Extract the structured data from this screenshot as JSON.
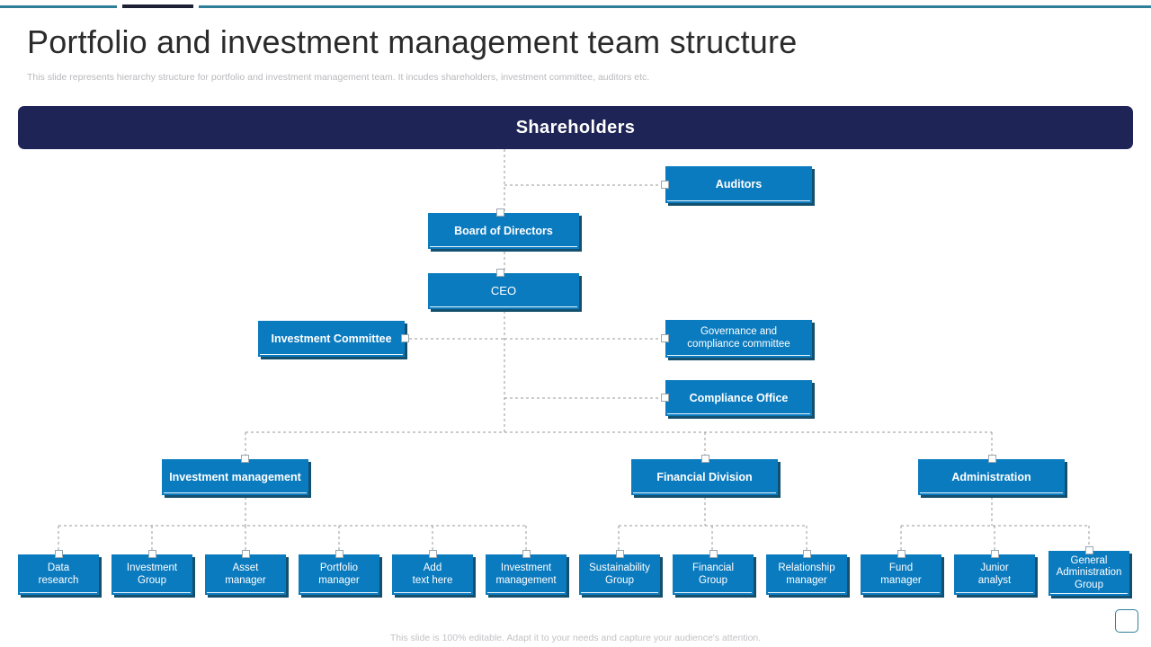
{
  "header": {
    "title": "Portfolio and investment management team structure",
    "subtitle": "This slide represents hierarchy structure for portfolio and investment management  team. It incudes shareholders, investment committee,  auditors etc.",
    "rule_teal_color": "#2f7f99",
    "rule_dark_color": "#1d1f33"
  },
  "banner": {
    "label": "Shareholders",
    "background": "#1e2455",
    "text_color": "#ffffff"
  },
  "colors": {
    "node_fill": "#0b7bbf",
    "node_shadow": "#14506e",
    "node_text": "#ffffff",
    "connector": "#9a9a9a",
    "accent_teal": "#2f7f99",
    "title_text": "#2b2b2b",
    "muted_text": "#b9b9bd"
  },
  "chart_data": {
    "type": "diagram",
    "title": "Portfolio and investment management team structure",
    "root": "Shareholders",
    "levels": [
      {
        "level": 0,
        "nodes": [
          "Shareholders"
        ]
      },
      {
        "level": 1,
        "nodes": [
          "Auditors",
          "Board of Directors"
        ]
      },
      {
        "level": 2,
        "nodes": [
          "CEO"
        ]
      },
      {
        "level": 3,
        "nodes": [
          "Investment Committee",
          "Governance  and compliance committee"
        ]
      },
      {
        "level": 4,
        "nodes": [
          "Compliance Office"
        ]
      },
      {
        "level": 5,
        "nodes": [
          "Investment management",
          "Financial Division",
          "Administration"
        ]
      },
      {
        "level": 6,
        "nodes": [
          "Data research",
          "Investment Group",
          "Asset manager",
          "Portfolio manager",
          "Add text here",
          "Investment management",
          "Sustainability Group",
          "Financial Group",
          "Relationship manager",
          "Fund manager",
          "Junior analyst",
          "General Administration Group"
        ]
      }
    ],
    "edges": [
      {
        "from": "Shareholders",
        "to": "Auditors"
      },
      {
        "from": "Shareholders",
        "to": "Board of Directors"
      },
      {
        "from": "Board of Directors",
        "to": "CEO"
      },
      {
        "from": "CEO",
        "to": "Investment Committee"
      },
      {
        "from": "CEO",
        "to": "Governance  and compliance committee"
      },
      {
        "from": "CEO",
        "to": "Compliance Office"
      },
      {
        "from": "CEO",
        "to": "Investment management"
      },
      {
        "from": "CEO",
        "to": "Financial Division"
      },
      {
        "from": "CEO",
        "to": "Administration"
      },
      {
        "from": "Investment management",
        "to": "Data research"
      },
      {
        "from": "Investment management",
        "to": "Investment Group"
      },
      {
        "from": "Investment management",
        "to": "Asset manager"
      },
      {
        "from": "Investment management",
        "to": "Portfolio manager"
      },
      {
        "from": "Investment management",
        "to": "Add text here"
      },
      {
        "from": "Investment management",
        "to": "Investment management"
      },
      {
        "from": "Financial Division",
        "to": "Sustainability Group"
      },
      {
        "from": "Financial Division",
        "to": "Financial Group"
      },
      {
        "from": "Financial Division",
        "to": "Relationship manager"
      },
      {
        "from": "Administration",
        "to": "Fund manager"
      },
      {
        "from": "Administration",
        "to": "Junior analyst"
      },
      {
        "from": "Administration",
        "to": "General Administration Group"
      }
    ]
  },
  "nodes": {
    "auditors": {
      "label": "Auditors"
    },
    "board_of_directors": {
      "label": "Board of Directors"
    },
    "ceo": {
      "label": "CEO"
    },
    "investment_committee": {
      "label": "Investment Committee"
    },
    "governance": {
      "line1": "Governance  and",
      "line2": "compliance committee"
    },
    "compliance_office": {
      "label": "Compliance Office"
    },
    "investment_management": {
      "label": "Investment management"
    },
    "financial_division": {
      "label": "Financial Division"
    },
    "administration": {
      "label": "Administration"
    }
  },
  "leaves": [
    {
      "id": "data-research",
      "line1": "Data",
      "line2": "research",
      "line3": ""
    },
    {
      "id": "investment-group",
      "line1": "Investment",
      "line2": "Group",
      "line3": ""
    },
    {
      "id": "asset-manager",
      "line1": "Asset",
      "line2": "manager",
      "line3": ""
    },
    {
      "id": "portfolio-manager",
      "line1": "Portfolio",
      "line2": "manager",
      "line3": ""
    },
    {
      "id": "add-text-here",
      "line1": "Add",
      "line2": "text here",
      "line3": ""
    },
    {
      "id": "investment-management",
      "line1": "Investment",
      "line2": "management",
      "line3": ""
    },
    {
      "id": "sustainability-group",
      "line1": "Sustainability",
      "line2": "Group",
      "line3": ""
    },
    {
      "id": "financial-group",
      "line1": "Financial",
      "line2": "Group",
      "line3": ""
    },
    {
      "id": "relationship-manager",
      "line1": "Relationship",
      "line2": "manager",
      "line3": ""
    },
    {
      "id": "fund-manager",
      "line1": "Fund",
      "line2": "manager",
      "line3": ""
    },
    {
      "id": "junior-analyst",
      "line1": "Junior",
      "line2": "analyst",
      "line3": ""
    },
    {
      "id": "general-admin-group",
      "line1": "General",
      "line2": "Administration",
      "line3": "Group"
    }
  ],
  "footer": {
    "note": "This slide is 100% editable. Adapt it to your needs and capture your audience's attention."
  }
}
